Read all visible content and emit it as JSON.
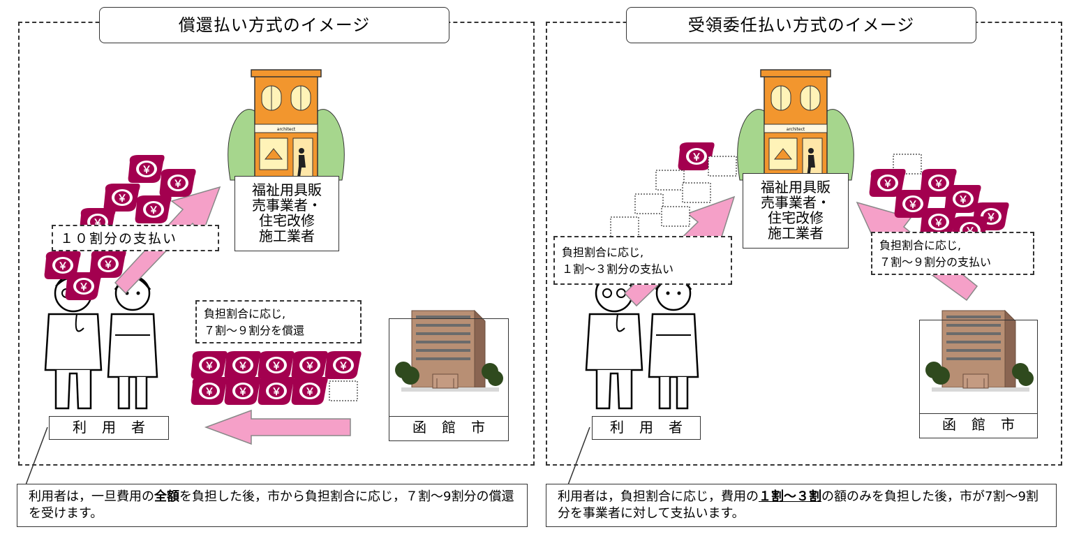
{
  "left": {
    "title": "償還払い方式のイメージ",
    "vendor_label": [
      "福祉用具販",
      "売事業者・",
      "住宅改修",
      "施工業者"
    ],
    "payment_note": "１０割分の支払い",
    "refund_note": [
      "負担割合に応じ,",
      "７割～９割分を償還"
    ],
    "user_label": "利用者",
    "city_label": "函館市",
    "caption_parts": [
      "利用者は，一旦費用の",
      "全額",
      "を負担した後，市から負担割合に応じ，７割～9割分の償還を受けます。"
    ]
  },
  "right": {
    "title": "受領委任払い方式のイメージ",
    "vendor_label": [
      "福祉用具販",
      "売事業者・",
      "住宅改修",
      "施工業者"
    ],
    "user_note": [
      "負担割合に応じ,",
      "１割～３割分の支払い"
    ],
    "city_note": [
      "負担割合に応じ,",
      "７割～９割分の支払い"
    ],
    "user_label": "利用者",
    "city_label": "函館市",
    "caption_parts": [
      "利用者は，負担割合に応じ，費用の",
      "１割～３割",
      "の額のみを負担した後，市が7割～9割分を事業者に対して支払います。"
    ]
  },
  "icons": {
    "yen_symbol": "￥"
  },
  "colors": {
    "coin": "#a3004f",
    "arrow": "#f5a0c8",
    "shop_orange": "#f2962e",
    "tree_green": "#a6d68d",
    "building": "#b88f74"
  }
}
